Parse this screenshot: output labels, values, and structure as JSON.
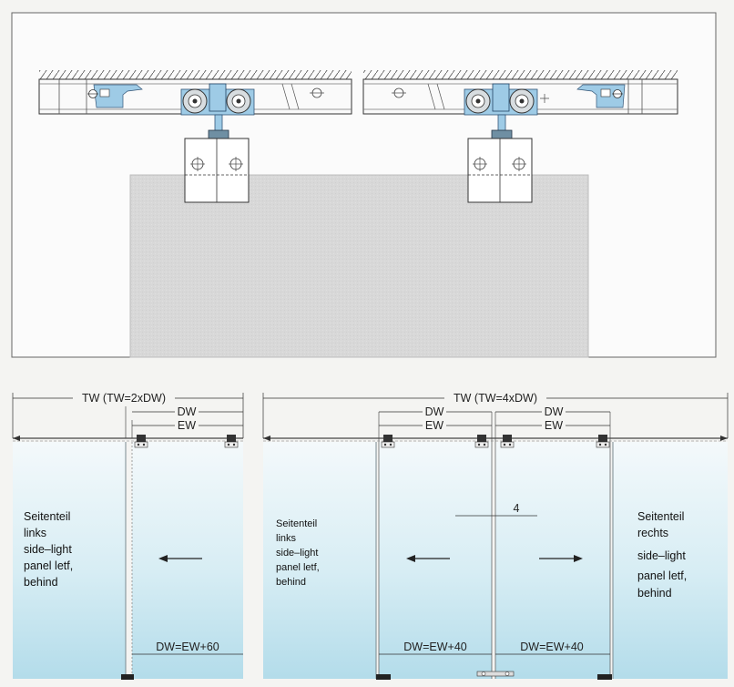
{
  "dimensions": {
    "left_total": "TW (TW=2xDW)",
    "left_dw": "DW",
    "left_ew": "EW",
    "left_formula": "DW=EW+60",
    "right_total": "TW (TW=4xDW)",
    "right_dw_1": "DW",
    "right_ew_1": "EW",
    "right_dw_2": "DW",
    "right_ew_2": "EW",
    "right_formula_1": "DW=EW+40",
    "right_formula_2": "DW=EW+40",
    "gap": "4"
  },
  "labels": {
    "left_side_panel": [
      "Seitenteil",
      "links",
      "side–light",
      "panel letf,",
      "behind"
    ],
    "center_side_panel": [
      "Seitenteil",
      "links",
      "side–light",
      "panel letf,",
      "behind"
    ],
    "right_side_panel": [
      "Seitenteil",
      "rechts",
      "side–light",
      "panel letf,",
      "behind"
    ]
  },
  "colors": {
    "track_blue": "#9ecbe6",
    "glass_top": "#f2f8fb",
    "glass_bottom": "#bfe2ee",
    "door_grey": "#d9d9d9"
  }
}
